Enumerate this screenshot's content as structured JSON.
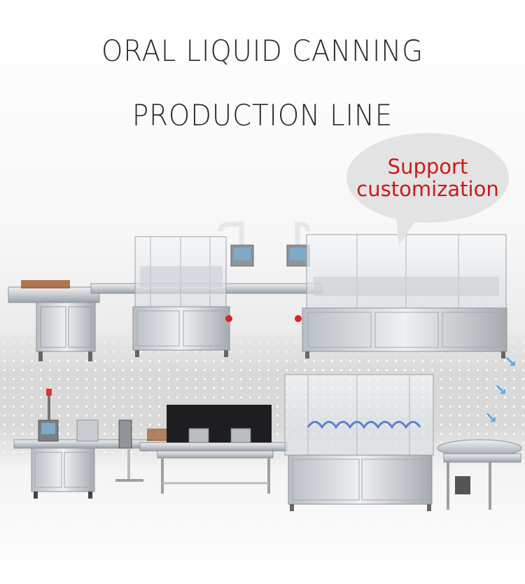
{
  "title": {
    "line1": "ORAL LIQUID CANNING",
    "line2": "PRODUCTION LINE"
  },
  "bubble": {
    "line1": "Support",
    "line2": "customization"
  },
  "colors": {
    "title": "#2a2a2a",
    "bubble_text": "#c81b1b",
    "bubble_bg": "#e3e3e3",
    "arrow": "#5aa9e6",
    "steel": "#c9ced3"
  },
  "icons": {
    "arrows": [
      "arrow-down-icon",
      "arrow-down-icon",
      "arrow-down-icon"
    ]
  }
}
